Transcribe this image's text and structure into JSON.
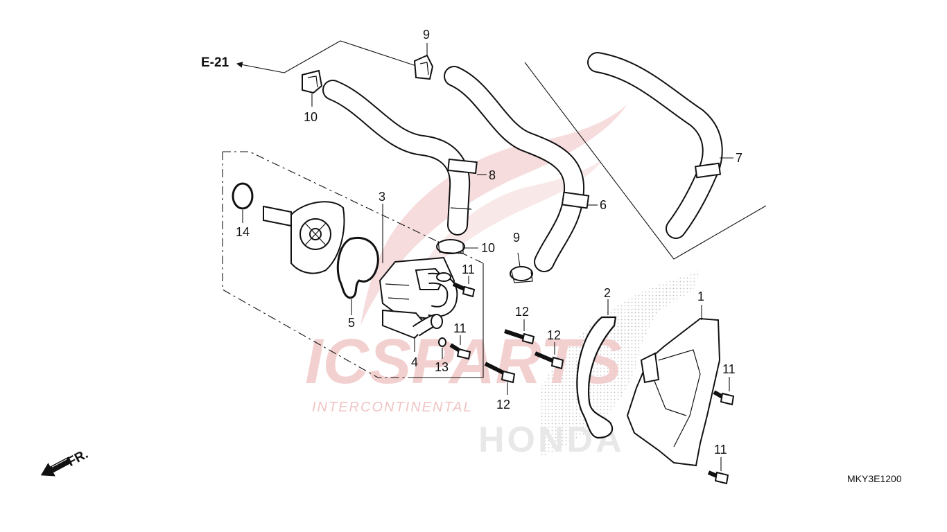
{
  "diagram": {
    "ref_code": "MKY3E1200",
    "ref_page": "E-21",
    "direction_label": "FR.",
    "watermark": {
      "brand": "ICSPARTS",
      "tagline": "INTERCONTINENTAL",
      "maker": "HONDA",
      "logo_color": "#e8a0a0"
    },
    "callouts": {
      "c1": "1",
      "c2": "2",
      "c3": "3",
      "c4": "4",
      "c5": "5",
      "c6": "6",
      "c7": "7",
      "c8": "8",
      "c9a": "9",
      "c9b": "9",
      "c10a": "10",
      "c10b": "10",
      "c11a": "11",
      "c11b": "11",
      "c11c": "11",
      "c11d": "11",
      "c12a": "12",
      "c12b": "12",
      "c12c": "12",
      "c13": "13",
      "c14": "14"
    }
  }
}
